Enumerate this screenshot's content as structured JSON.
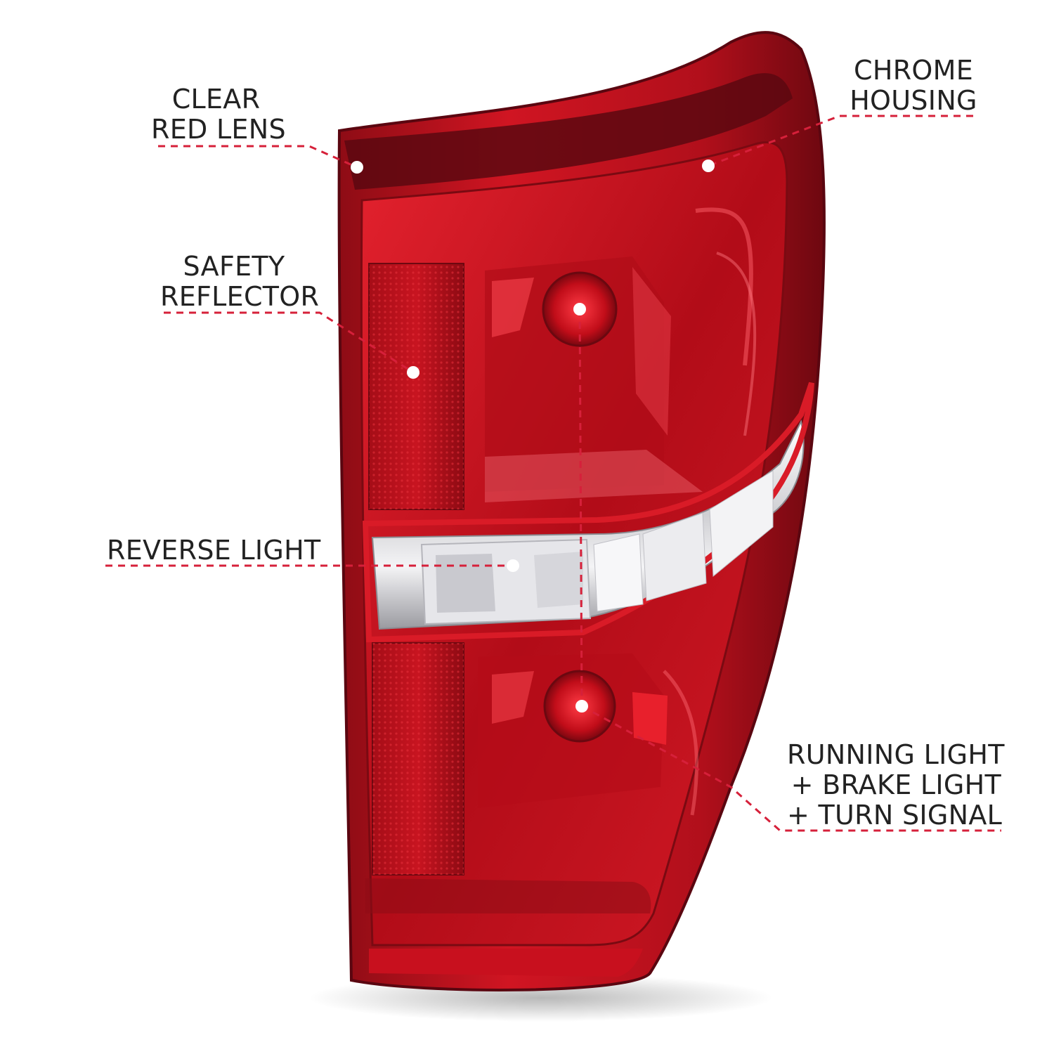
{
  "labels": {
    "clear_red_lens": [
      "CLEAR",
      "RED LENS"
    ],
    "chrome_housing": [
      "CHROME",
      "HOUSING"
    ],
    "safety_reflector": [
      "SAFETY",
      "REFLECTOR"
    ],
    "reverse_light": [
      "REVERSE LIGHT"
    ],
    "running_brake_turn": [
      "RUNNING LIGHT",
      "+ BRAKE LIGHT",
      "+ TURN SIGNAL"
    ]
  },
  "colors": {
    "callout_line": "#d6203a",
    "lens_red": "#c8101e",
    "lens_dark": "#7a0a12",
    "chrome": "#e9e9eb",
    "text": "#222222"
  }
}
